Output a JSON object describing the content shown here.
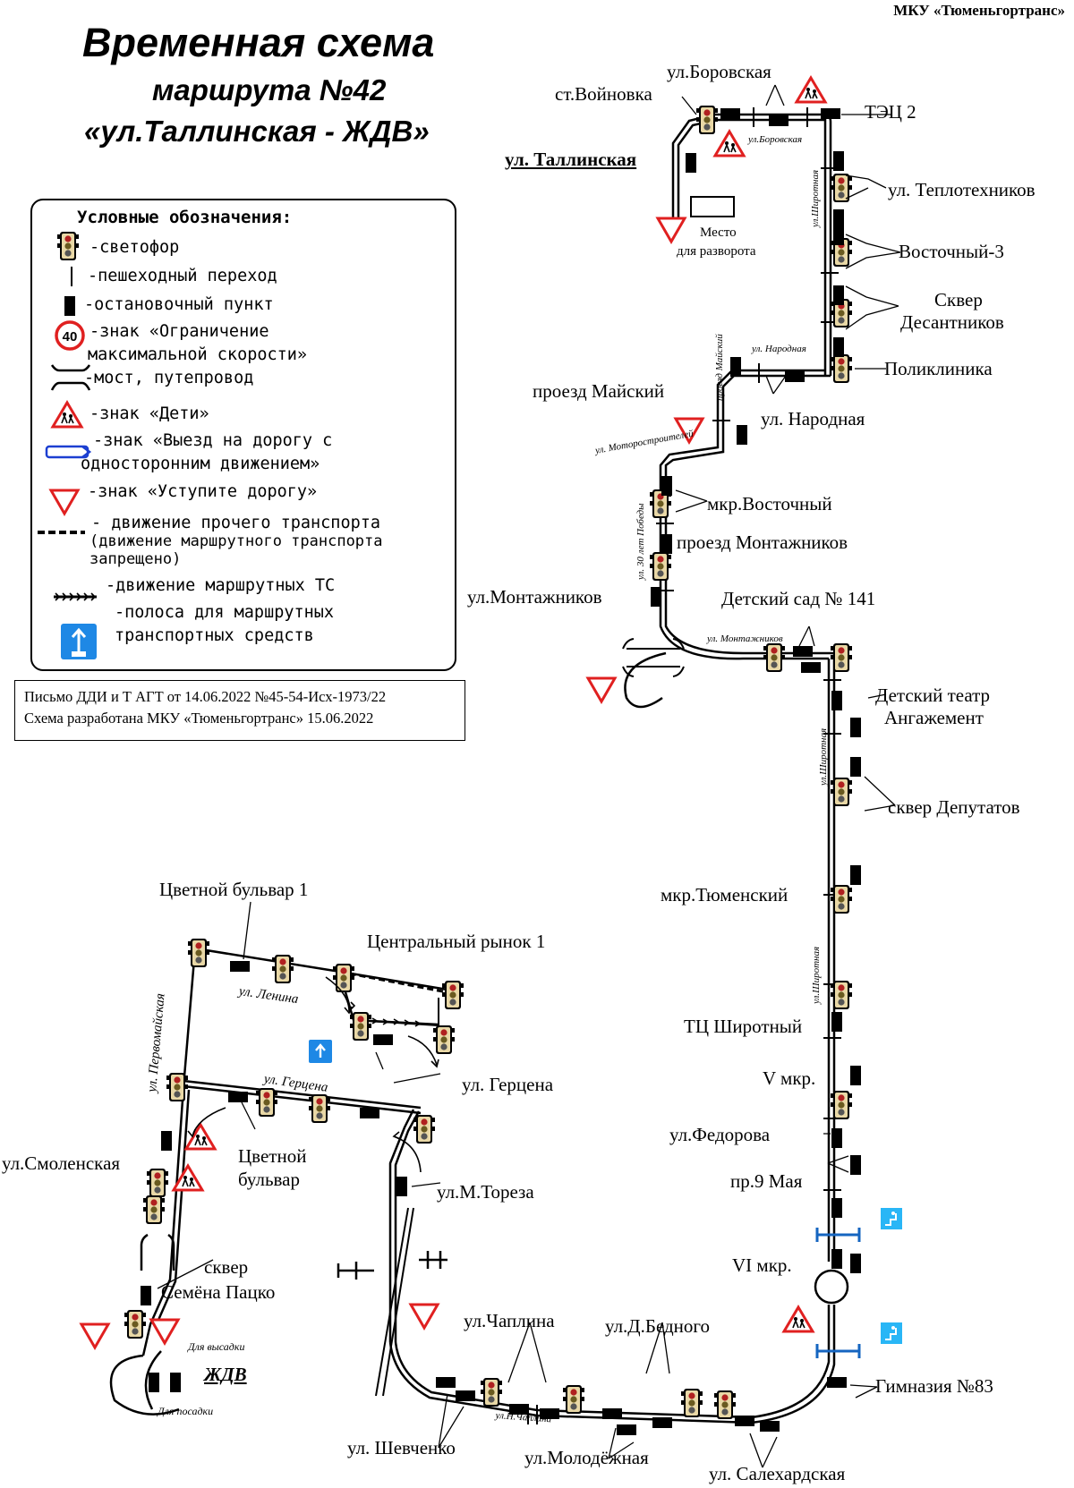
{
  "header": {
    "org": "МКУ «Тюменьгортранс»",
    "title_line1": "Временная схема",
    "title_line2": "маршрута №42",
    "title_line3": "«ул.Таллинская - ЖДВ»"
  },
  "legend": {
    "title": "Условные обозначения:",
    "traffic_light": "-светофор",
    "crosswalk": "-пешеходный переход",
    "stop": "-остановочный пункт",
    "speed_sign_value": "40",
    "speed_limit_l1": "-знак «Ограничение",
    "speed_limit_l2": "максимальной скорости»",
    "bridge": "-мост, путепровод",
    "children": "-знак «Дети»",
    "oneway_l1": "-знак «Выезд на дорогу с",
    "oneway_l2": "односторонним движением»",
    "yield": "-знак «Уступите дорогу»",
    "other_traffic_l1": "- движение прочего транспорта",
    "other_traffic_l2": "(движение маршрутного транспорта",
    "other_traffic_l3": "запрещено)",
    "route_traffic": "-движение маршрутных ТС",
    "bus_lane_l1": "-полоса для маршрутных",
    "bus_lane_l2": "транспортных средств"
  },
  "info": {
    "letter": "Письмо ДДИ и Т АГТ от 14.06.2022 №45-54-Исх-1973/22",
    "developed": "Схема разработана МКУ «Тюменьгортранс» 15.06.2022"
  },
  "stops": {
    "borovskaya": "ул.Боровская",
    "voynovka": "ст.Войновка",
    "tets2": "ТЭЦ 2",
    "tallinskaya": "ул. Таллинская",
    "teplotekhnikov": "ул. Теплотехников",
    "vostochny3": "Восточный-3",
    "skver_des_1": "Сквер",
    "skver_des_2": "Десантников",
    "poliklinika": "Поликлиника",
    "narodnaya": "ул. Народная",
    "maysky": "проезд Майский",
    "mkr_vostochny": "мкр.Восточный",
    "proezd_montazhnikov": "проезд Монтажников",
    "ul_montazhnikov": "ул.Монтажников",
    "detsad141": "Детский сад № 141",
    "teatr_1": "Детский театр",
    "teatr_2": "Ангажемент",
    "skver_deputatov": "сквер Депутатов",
    "mkr_tyumensky": "мкр.Тюменский",
    "tc_shirotny": "ТЦ Широтный",
    "v_mkr": "V мкр.",
    "fedorova": "ул.Федорова",
    "may9": "пр.9 Мая",
    "vi_mkr": "VI мкр.",
    "gimnaziya83": "Гимназия №83",
    "salekhardskaya": "ул. Салехардская",
    "d_bednogo": "ул.Д.Бедного",
    "molodezhnaya": "ул.Молодёжная",
    "chaplina": "ул.Чаплина",
    "shevchenko": "ул. Шевченко",
    "m_toreza": "ул.М.Тореза",
    "ul_gertsena": "ул. Герцена",
    "tsentr_rynok": "Центральный рынок 1",
    "tsvet_bulvar1": "Цветной бульвар 1",
    "tsvet_bulvar_1": "Цветной",
    "tsvet_bulvar_2": "бульвар",
    "smolenskaya": "ул.Смоленская",
    "skver_patsko_1": "сквер",
    "skver_patsko_2": "Семёна Пацко",
    "zhdv": "ЖДВ"
  },
  "streets": {
    "borovskaya": "ул.Боровская",
    "shirotnaya": "ул.Широтная",
    "narodnaya": "ул. Народная",
    "maysky": "проезд Майский",
    "motorostroiteley": "ул. Моторостроителей",
    "pobedy": "ул. 30 лет Победы",
    "montazhnikov": "ул. Монтажников",
    "nchaplina": "ул.Н.Чаплина",
    "lenina": "ул. Ленина",
    "gertsena": "ул. Герцена",
    "pervomayskaya": "ул. Первомайская"
  },
  "notes": {
    "turn_place_1": "Место",
    "turn_place_2": "для разворота",
    "dropoff": "Для высадки",
    "boarding": "Для посадки"
  }
}
